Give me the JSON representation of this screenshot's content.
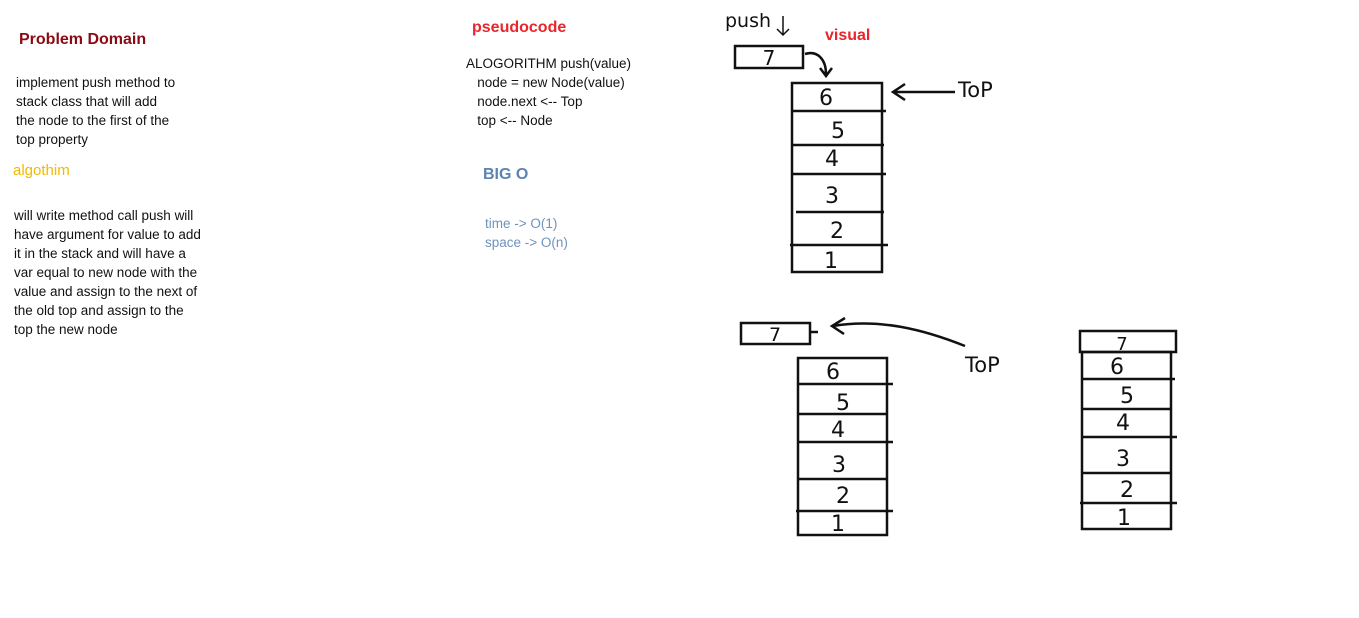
{
  "problem_domain": {
    "title": "Problem Domain",
    "lines": [
      "implement push method to",
      "stack class that will add",
      "the node to the first of the",
      "top property"
    ]
  },
  "algorithm": {
    "title": "algothim",
    "lines": [
      "will write method call push will",
      "have argument for value to add",
      "it in the stack and will have a",
      "var equal to new node with the",
      "value and assign to the next of",
      "the old top and assign to the",
      "top the new node"
    ]
  },
  "pseudocode": {
    "title": "pseudocode",
    "lines": [
      "ALOGORITHM push(value)",
      "   node = new Node(value)",
      "   node.next <-- Top",
      "   top <-- Node"
    ]
  },
  "big_o": {
    "title": "BIG O",
    "lines": [
      "time -> O(1)",
      "space -> O(n)"
    ]
  },
  "visual": {
    "title": "visual",
    "push_label": "push",
    "top_label": "ToP",
    "new_node": "7",
    "stack_before": [
      "6",
      "5",
      "4",
      "3",
      "2",
      "1"
    ],
    "stack_mid": [
      "6",
      "5",
      "4",
      "3",
      "2",
      "1"
    ],
    "stack_after": [
      "7",
      "6",
      "5",
      "4",
      "3",
      "2",
      "1"
    ]
  },
  "colors": {
    "problem_domain": "#8b0a14",
    "algorithm": "#f2b900",
    "pseudocode": "#e8262b",
    "big_o": "#5b84b1",
    "visual": "#e8262b"
  }
}
